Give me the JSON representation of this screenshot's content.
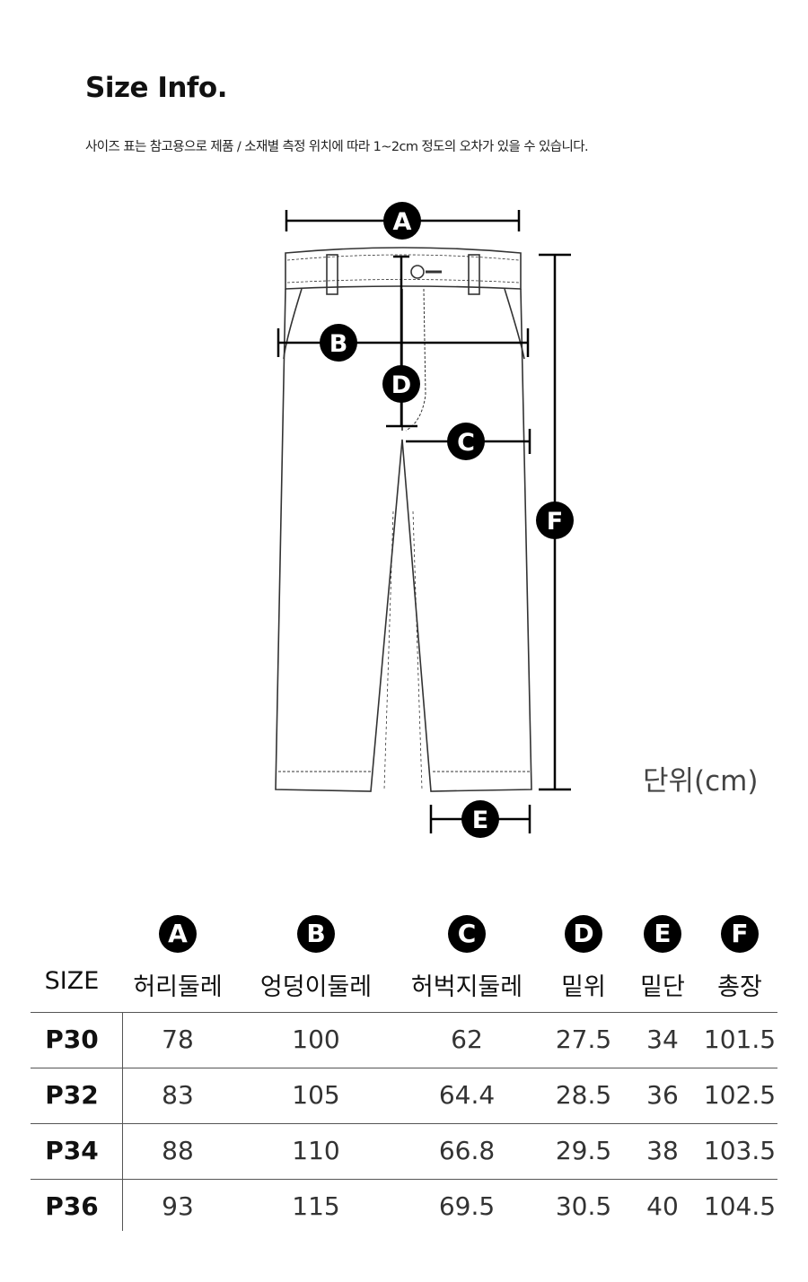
{
  "header": {
    "title": "Size Info.",
    "note": "사이즈 표는 참고용으로 제품 / 소재별 측정 위치에 따라 1~2cm 정도의 오차가 있을 수 있습니다."
  },
  "diagram": {
    "labels": {
      "A": "A",
      "B": "B",
      "C": "C",
      "D": "D",
      "E": "E",
      "F": "F"
    },
    "unit": "단위(cm)"
  },
  "table": {
    "letters": [
      "A",
      "B",
      "C",
      "D",
      "E",
      "F"
    ],
    "headers": [
      "SIZE",
      "허리둘레",
      "엉덩이둘레",
      "허벅지둘레",
      "밑위",
      "밑단",
      "총장"
    ],
    "rows": [
      [
        "P30",
        "78",
        "100",
        "62",
        "27.5",
        "34",
        "101.5"
      ],
      [
        "P32",
        "83",
        "105",
        "64.4",
        "28.5",
        "36",
        "102.5"
      ],
      [
        "P34",
        "88",
        "110",
        "66.8",
        "29.5",
        "38",
        "103.5"
      ],
      [
        "P36",
        "93",
        "115",
        "69.5",
        "30.5",
        "40",
        "104.5"
      ]
    ]
  }
}
